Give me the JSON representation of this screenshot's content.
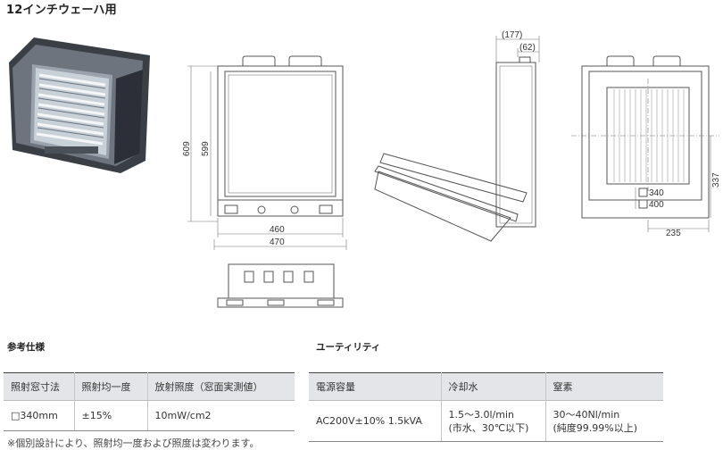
{
  "page": {
    "title": "12インチウェーハ用"
  },
  "photo": {
    "alt": "product-photo"
  },
  "drawing": {
    "front": {
      "height_609": "609",
      "height_599": "599",
      "width_460": "460",
      "width_470": "470"
    },
    "side": {
      "depth_177": "(177)",
      "depth_62": "(62)"
    },
    "rear": {
      "window_340": "340",
      "window_400": "400",
      "width_235": "235",
      "height_337": "337"
    }
  },
  "reference_spec": {
    "heading": "参考仕様",
    "headers": [
      "照射窓寸法",
      "照射均一度",
      "放射照度（窓面実測値）"
    ],
    "row": [
      "□340mm",
      "±15%",
      "10mW/cm2"
    ]
  },
  "utility": {
    "heading": "ユーティリティ",
    "headers": [
      "電源容量",
      "冷却水",
      "窒素"
    ],
    "power": "AC200V±10% 1.5kVA",
    "water_line1": "1.5～3.0l/min",
    "water_line2": "(市水、30℃以下)",
    "nitrogen_line1": "30～40Nl/min",
    "nitrogen_line2": "(純度99.99%以上)"
  },
  "footnote": "※個別設計により、照射均一度および照度は変わります。"
}
